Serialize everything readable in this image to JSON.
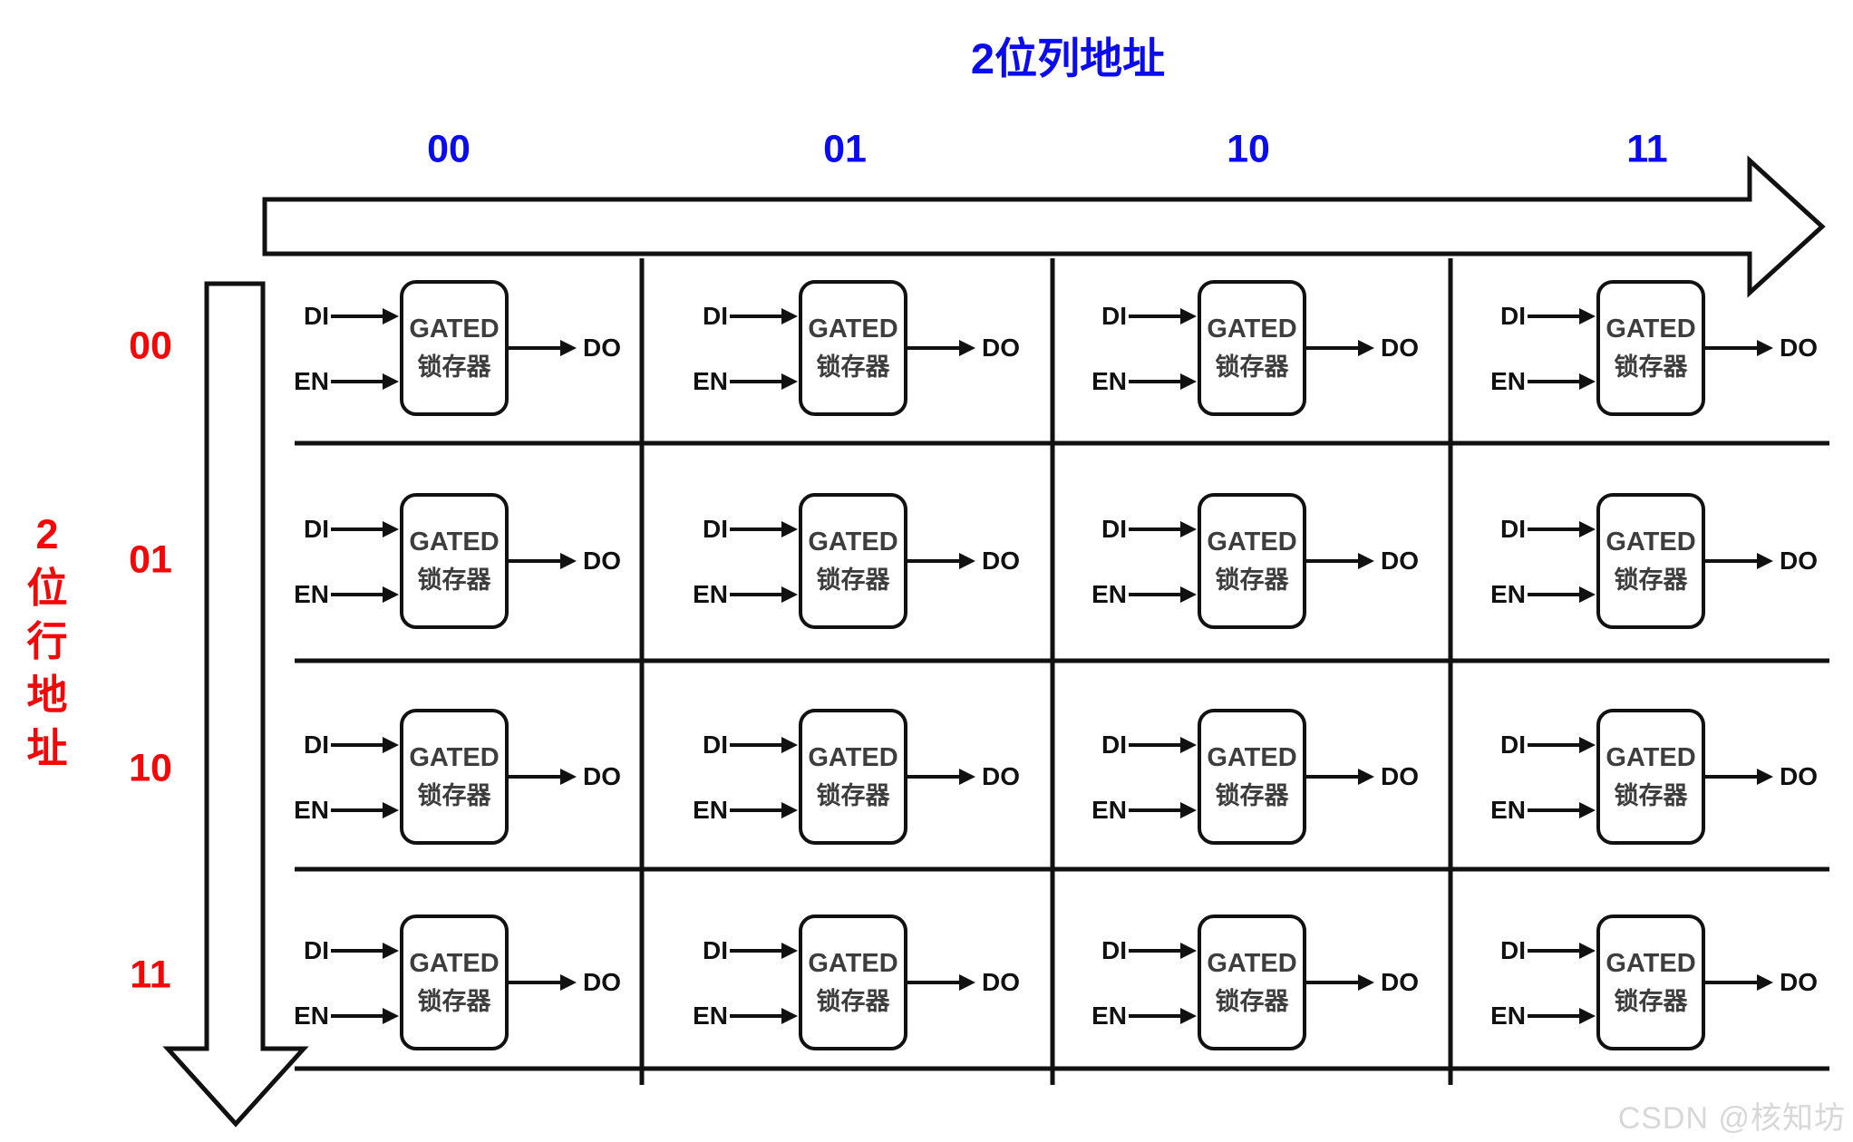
{
  "column_axis": {
    "title": "2位列地址",
    "labels": [
      "00",
      "01",
      "10",
      "11"
    ]
  },
  "row_axis": {
    "title": "2位行地址",
    "title_chars": [
      "2",
      "位",
      "行",
      "地",
      "址"
    ],
    "labels": [
      "00",
      "01",
      "10",
      "11"
    ]
  },
  "cell": {
    "di_label": "DI",
    "en_label": "EN",
    "do_label": "DO",
    "box_line1": "GATED",
    "box_line2": "锁存器"
  },
  "watermark": "CSDN @核知坊",
  "colors": {
    "column_accent": "#0b0bf0",
    "row_accent": "#f50707",
    "line": "#111111",
    "box_text": "#3d3d3d",
    "watermark": "#d8d8d8"
  }
}
